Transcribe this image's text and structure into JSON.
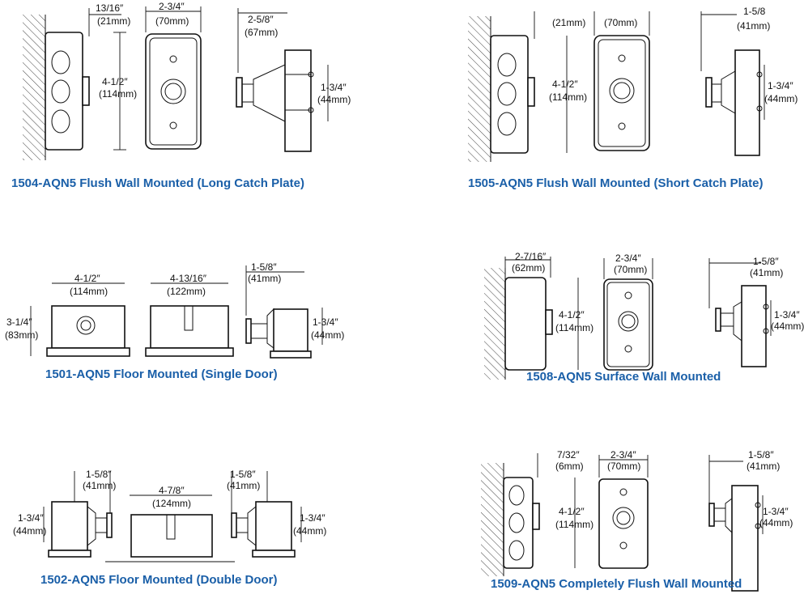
{
  "colors": {
    "caption": "#1a5fa8",
    "line": "#111111",
    "hatch": "#444444"
  },
  "panels": {
    "p1504": {
      "caption": "1504-AQN5 Flush Wall Mounted (Long Catch Plate)",
      "dims": {
        "depth_in": "13/16″",
        "depth_mm": "(21mm)",
        "width_in": "2-3/4″",
        "width_mm": "(70mm)",
        "height_in": "4-1/2″",
        "height_mm": "(114mm)",
        "side_in": "2-5/8″",
        "side_mm": "(67mm)",
        "catch_in": "1-3/4″",
        "catch_mm": "(44mm)"
      }
    },
    "p1505": {
      "caption": "1505-AQN5 Flush Wall Mounted (Short Catch Plate)",
      "dims": {
        "depth_mm": "(21mm)",
        "width_mm": "(70mm)",
        "height_in": "4-1/2″",
        "height_mm": "(114mm)",
        "side_in": "1-5/8",
        "side_mm": "(41mm)",
        "catch_in": "1-3/4″",
        "catch_mm": "(44mm)"
      }
    },
    "p1501": {
      "caption": "1501-AQN5 Floor Mounted (Single Door)",
      "dims": {
        "h_in": "3-1/4″",
        "h_mm": "(83mm)",
        "w1_in": "4-1/2″",
        "w1_mm": "(114mm)",
        "w2_in": "4-13/16″",
        "w2_mm": "(122mm)",
        "side_in": "1-5/8″",
        "side_mm": "(41mm)",
        "catch_in": "1-3/4″",
        "catch_mm": "(44mm)"
      }
    },
    "p1508": {
      "caption": "1508-AQN5 Surface Wall Mounted",
      "dims": {
        "depth_in": "2-7/16″",
        "depth_mm": "(62mm)",
        "width_in": "2-3/4″",
        "width_mm": "(70mm)",
        "height_in": "4-1/2″",
        "height_mm": "(114mm)",
        "side_in": "1-5/8″",
        "side_mm": "(41mm)",
        "catch_in": "1-3/4″",
        "catch_mm": "(44mm)"
      }
    },
    "p1502": {
      "caption": "1502-AQN5 Floor Mounted (Double Door)",
      "dims": {
        "lside_in": "1-5/8″",
        "lside_mm": "(41mm)",
        "mid_in": "4-7/8″",
        "mid_mm": "(124mm)",
        "rside_in": "1-5/8″",
        "rside_mm": "(41mm)",
        "lcatch_in": "1-3/4″",
        "lcatch_mm": "(44mm)",
        "rcatch_in": "1-3/4″",
        "rcatch_mm": "(44mm)"
      }
    },
    "p1509": {
      "caption": "1509-AQN5 Completely Flush Wall Mounted",
      "dims": {
        "depth_in": "7/32″",
        "depth_mm": "(6mm)",
        "width_in": "2-3/4″",
        "width_mm": "(70mm)",
        "height_in": "4-1/2″",
        "height_mm": "(114mm)",
        "side_in": "1-5/8″",
        "side_mm": "(41mm)",
        "catch_in": "1-3/4″",
        "catch_mm": "(44mm)"
      }
    }
  }
}
